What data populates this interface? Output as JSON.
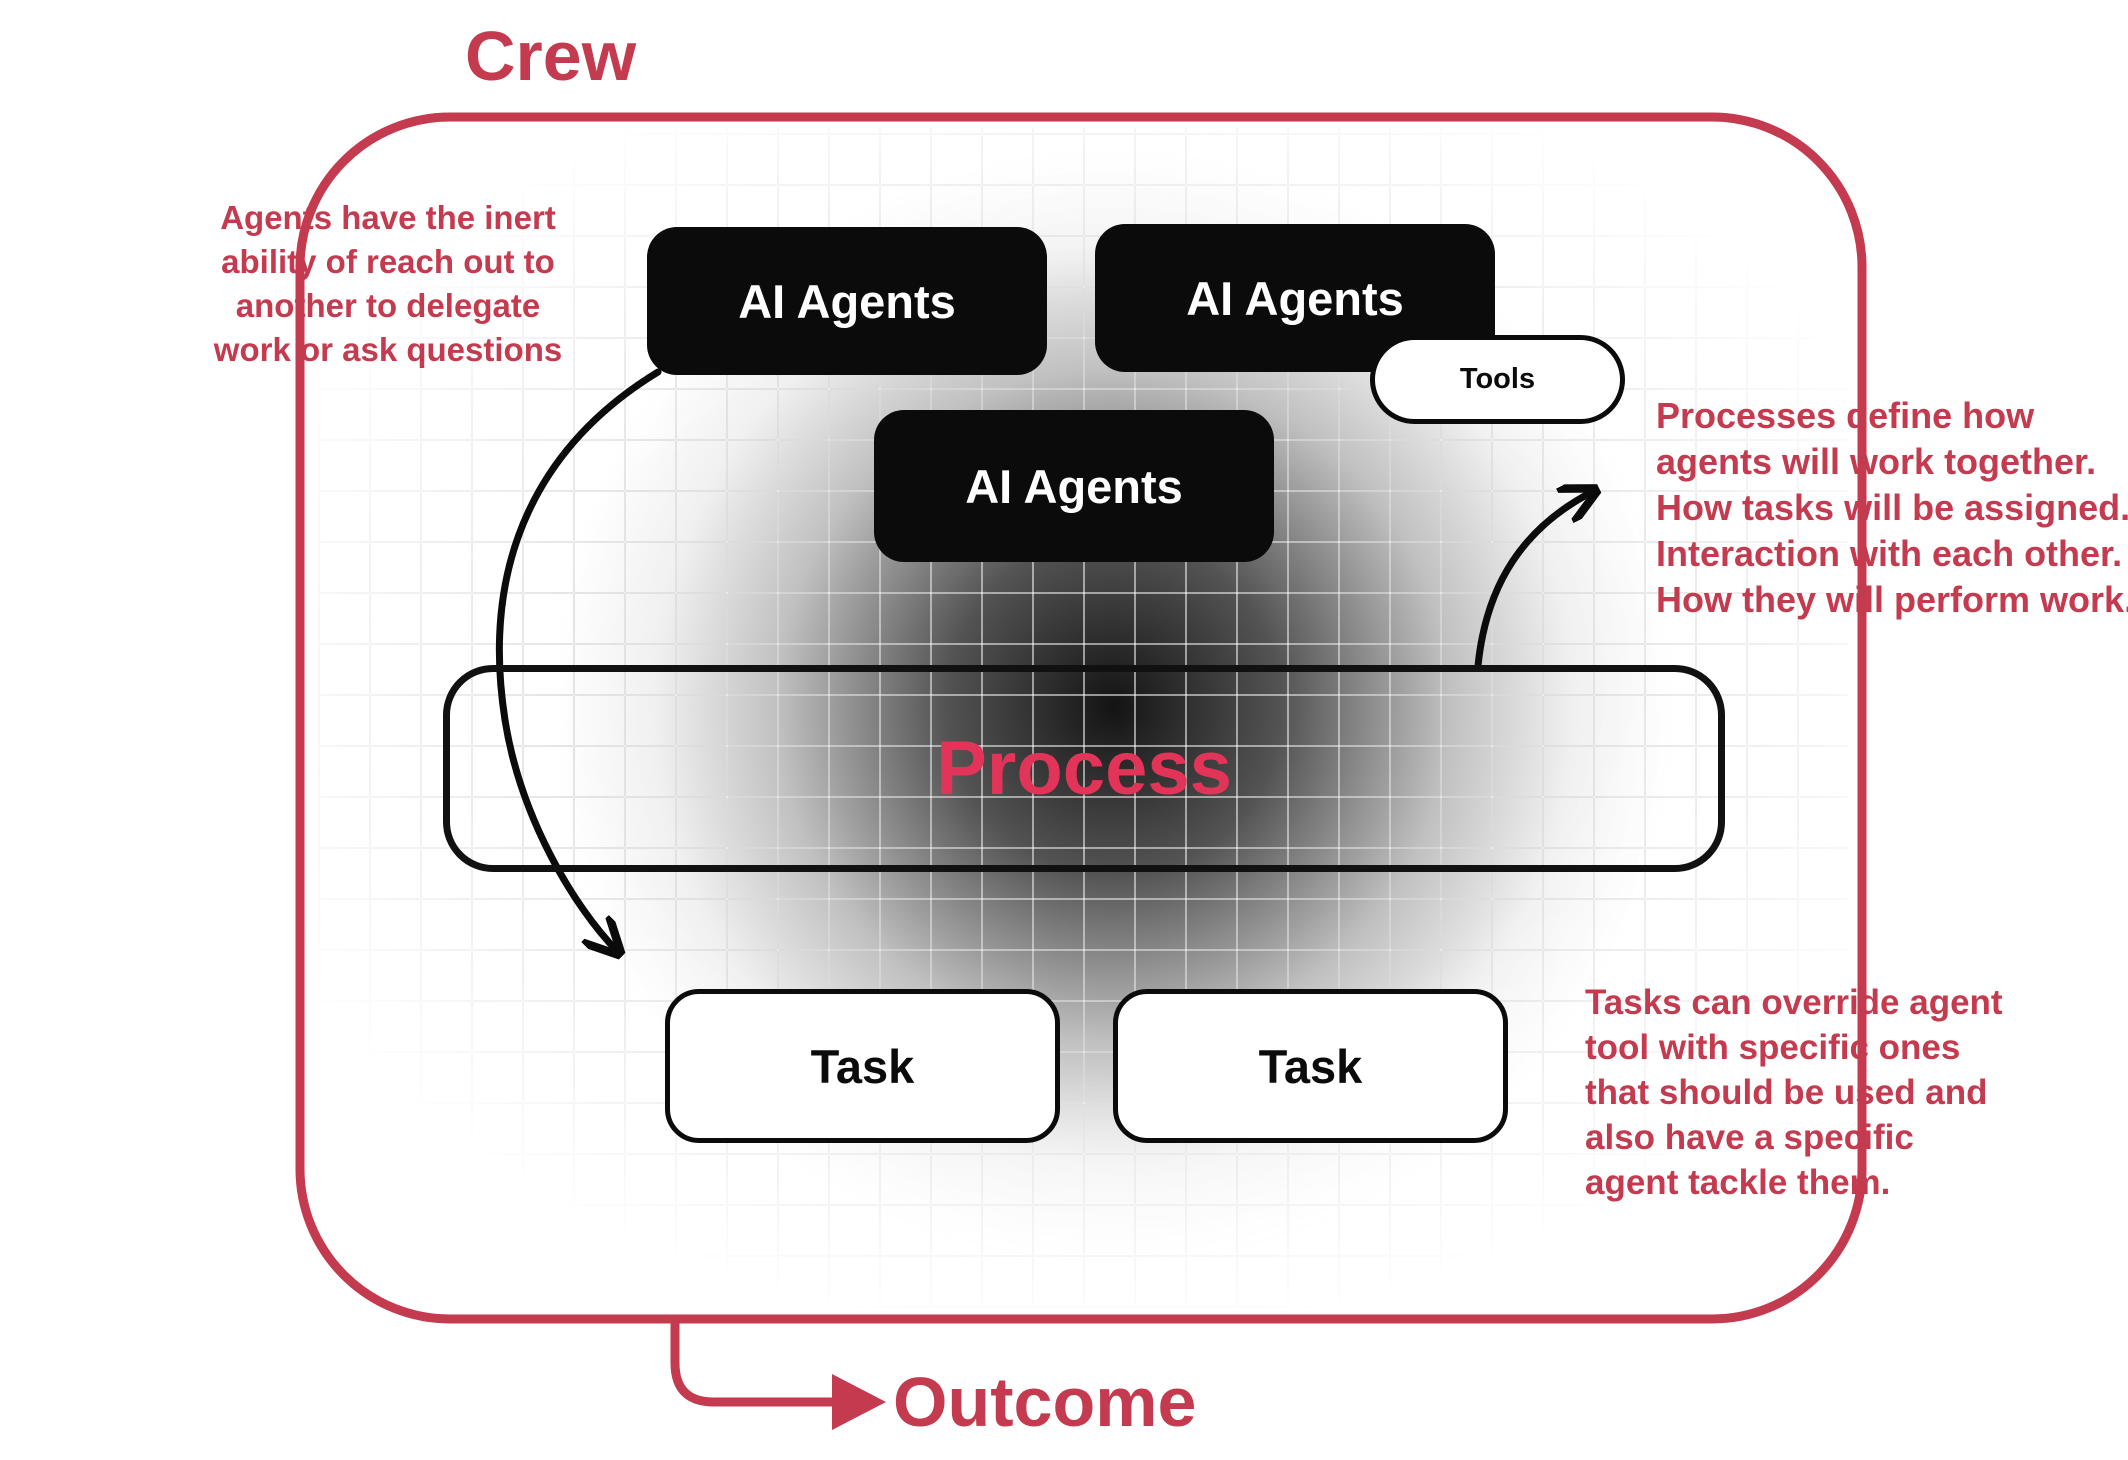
{
  "title": "Crew",
  "outcome_label": "Outcome",
  "nodes": {
    "agent1": "AI Agents",
    "agent2": "AI Agents",
    "agent3": "AI Agents",
    "tools": "Tools",
    "process": "Process",
    "task1": "Task",
    "task2": "Task"
  },
  "annotations": {
    "left": [
      "Agents have the inert",
      "ability of reach out to",
      "another to delegate",
      "work or ask questions"
    ],
    "right_top": [
      "Processes define how",
      "agents will work together.",
      "How tasks will be assigned.",
      "Interaction with each other.",
      "How they will perform work."
    ],
    "right_bottom": [
      "Tasks can override agent",
      "tool with specific ones",
      "that should be used and",
      "also have a specific",
      "agent tackle them."
    ]
  },
  "colors": {
    "crimson": "#C43A4E",
    "process_text": "#E23458",
    "box_black": "#0B0B0B"
  }
}
